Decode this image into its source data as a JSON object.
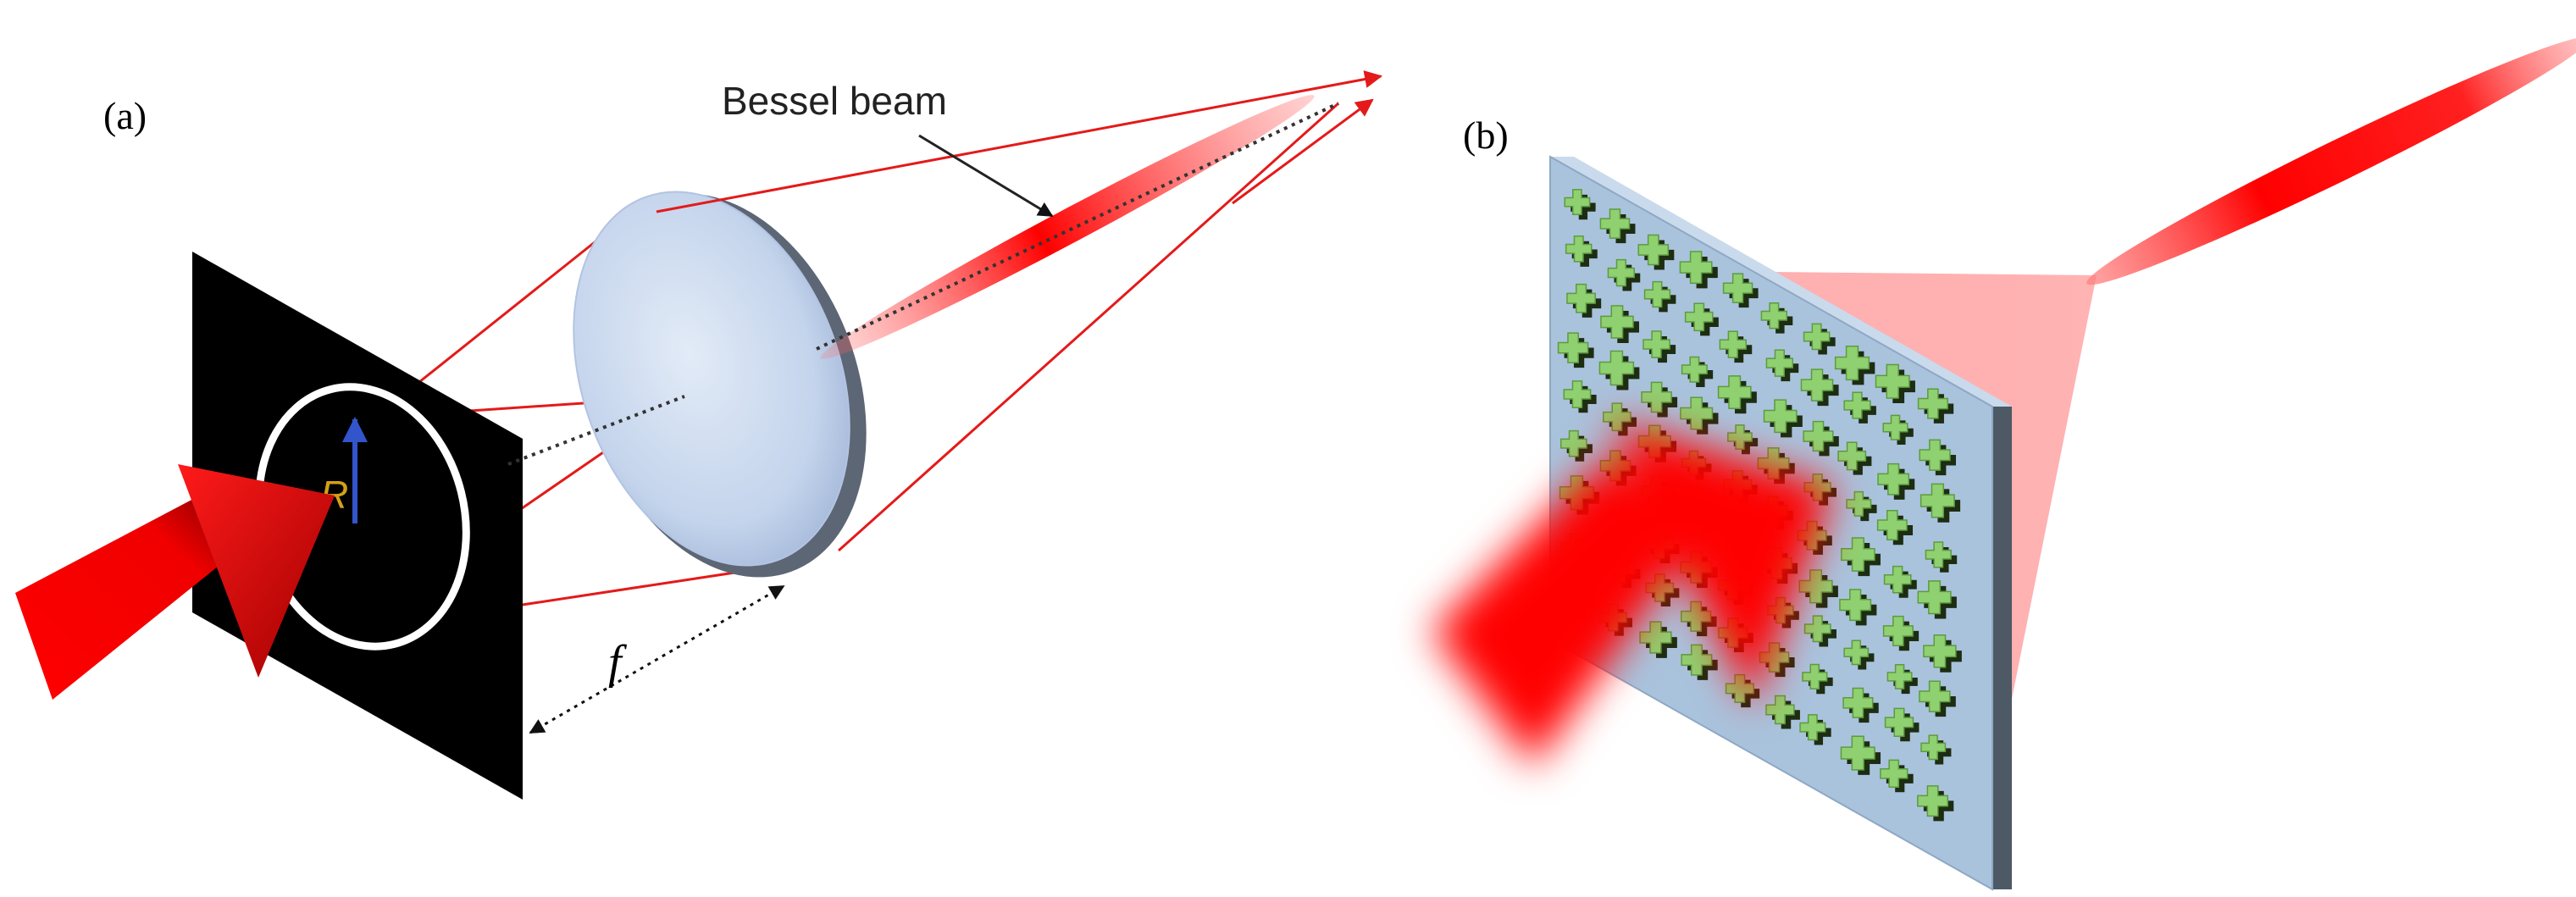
{
  "panels": {
    "a": {
      "label": "(a)",
      "beam_annotation": "Bessel beam",
      "radius_symbol": "R",
      "focal_symbol": "f"
    },
    "b": {
      "label": "(b)"
    }
  },
  "colors": {
    "beam_red": "#ff0000",
    "ray_red": "#e41a1a",
    "mask_black": "#000000",
    "ring_white": "#ffffff",
    "radius_arrow_blue": "#3355cc",
    "radius_label_gold": "#d4a017",
    "lens_blue": "#c4d4ec",
    "metasurface_blue": "#a9c3dd",
    "nanopillar_green": "#8fd070"
  },
  "icons": {
    "incident_beam": "red-arrow",
    "ring_mask": "annular-slit-mask",
    "lens": "convex-lens",
    "metasurface": "metasurface-plate"
  }
}
